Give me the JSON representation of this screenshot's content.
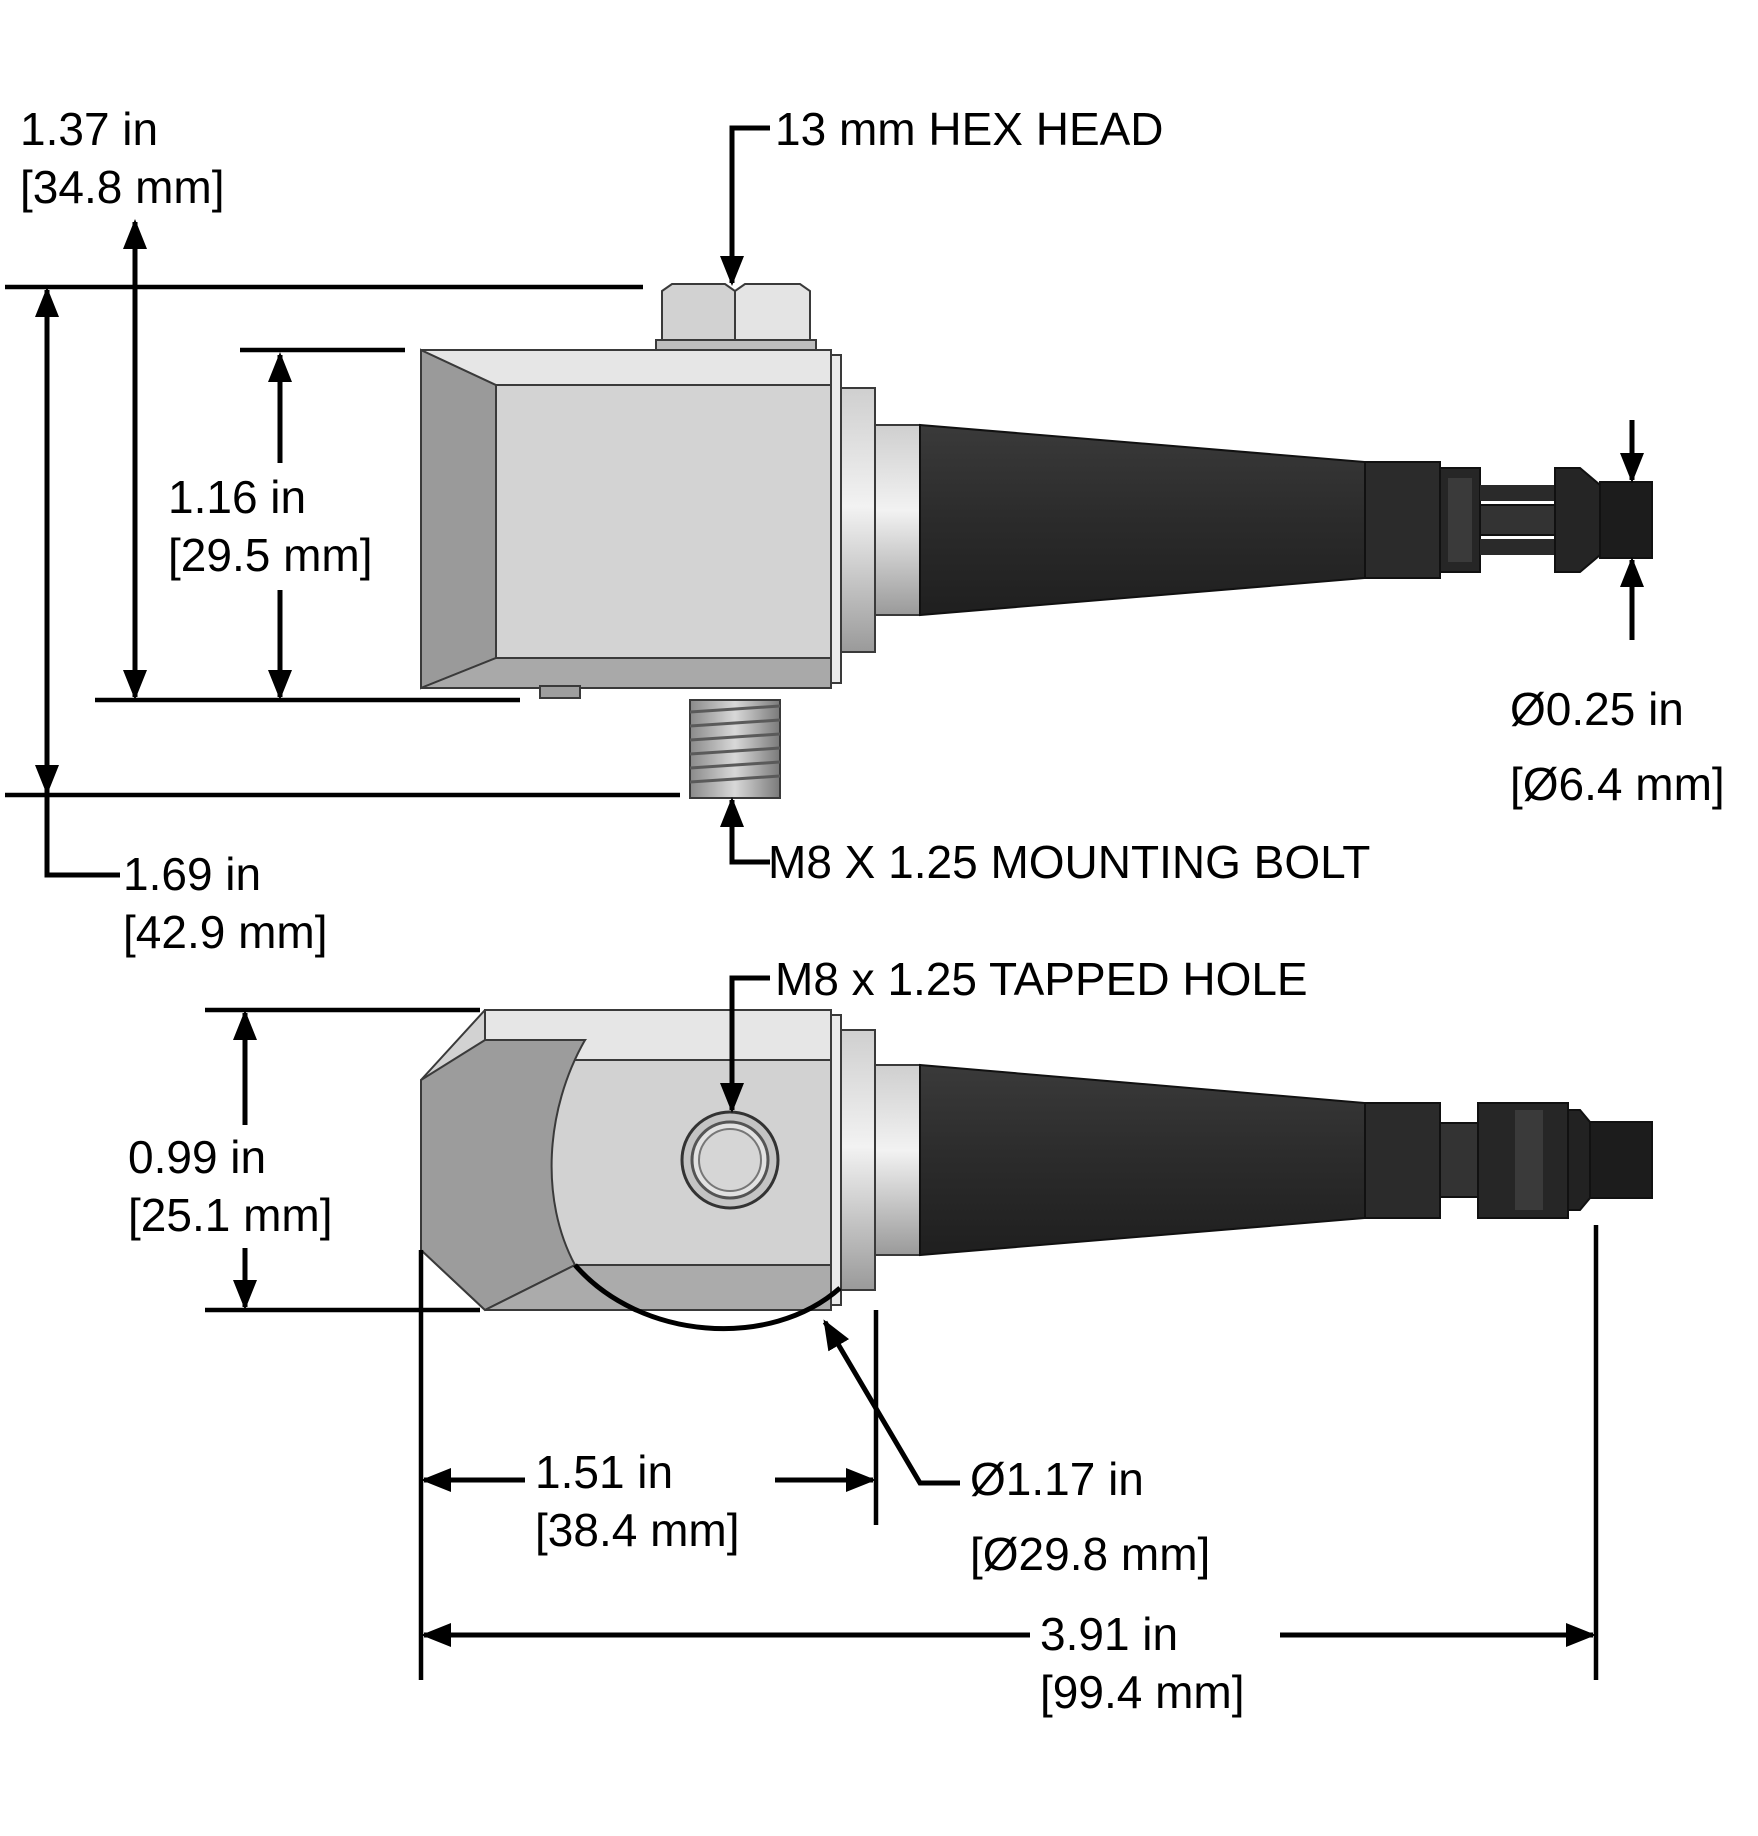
{
  "callouts": {
    "hex_head": "13 mm HEX HEAD",
    "mounting_bolt": "M8 X 1.25 MOUNTING BOLT",
    "tapped_hole": "M8 x 1.25 TAPPED HOLE"
  },
  "dimensions": {
    "height_hex": {
      "in": "1.37 in",
      "mm": "[34.8 mm]"
    },
    "height_body": {
      "in": "1.16 in",
      "mm": "[29.5 mm]"
    },
    "height_total": {
      "in": "1.69 in",
      "mm": "[42.9 mm]"
    },
    "connector_diameter": {
      "in": "Ø0.25 in",
      "mm": "[Ø6.4 mm]"
    },
    "width_bottom": {
      "in": "0.99 in",
      "mm": "[25.1 mm]"
    },
    "body_length": {
      "in": "1.51 in",
      "mm": "[38.4 mm]"
    },
    "base_diameter": {
      "in": "Ø1.17 in",
      "mm": "[Ø29.8 mm]"
    },
    "overall_length": {
      "in": "3.91 in",
      "mm": "[99.4 mm]"
    }
  },
  "colors": {
    "body_light": "#d6d6d6",
    "body_mid": "#bdbdbd",
    "body_dark": "#8e8e8e",
    "boot": "#2e2e2e",
    "connector": "#222222"
  }
}
